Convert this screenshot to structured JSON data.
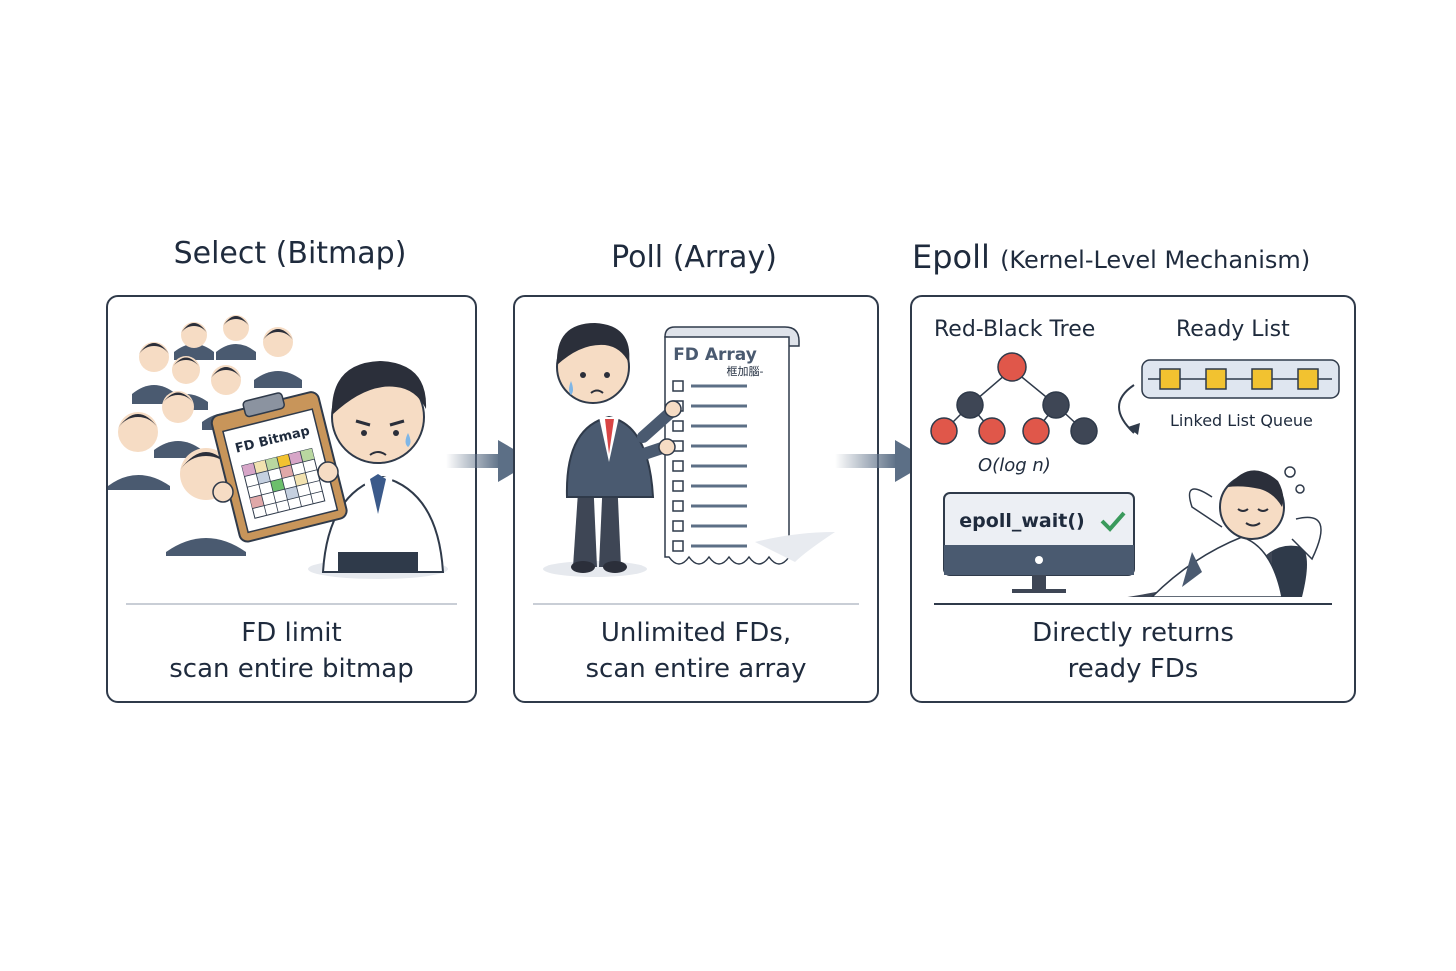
{
  "select": {
    "title_main": "Select",
    "title_paren": "(Bitmap)",
    "clipboard_label": "FD Bitmap",
    "caption_line1": "FD limit",
    "caption_line2": "scan entire bitmap"
  },
  "poll": {
    "title_main": "Poll",
    "title_paren": "(Array)",
    "scroll_label": "FD Array",
    "scroll_sublabel": "框加腦-",
    "caption_line1": "Unlimited FDs,",
    "caption_line2": "scan entire array"
  },
  "epoll": {
    "title_main": "Epoll",
    "title_paren": "(Kernel-Level Mechanism)",
    "tree_label": "Red-Black Tree",
    "ready_label": "Ready List",
    "queue_label": "Linked List Queue",
    "complexity": "O(log n)",
    "monitor_text": "epoll_wait()",
    "caption_line1": "Directly returns",
    "caption_line2": "ready FDs"
  },
  "colors": {
    "border": "#2f3a4a",
    "suit": "#4a5a70",
    "skin": "#f6dcc4",
    "hair": "#2b2f3a",
    "red_node": "#e0574a",
    "black_node": "#3e4655",
    "ready_node": "#f2c230",
    "arrow": "#5c6f86",
    "check": "#3a9a5c"
  }
}
